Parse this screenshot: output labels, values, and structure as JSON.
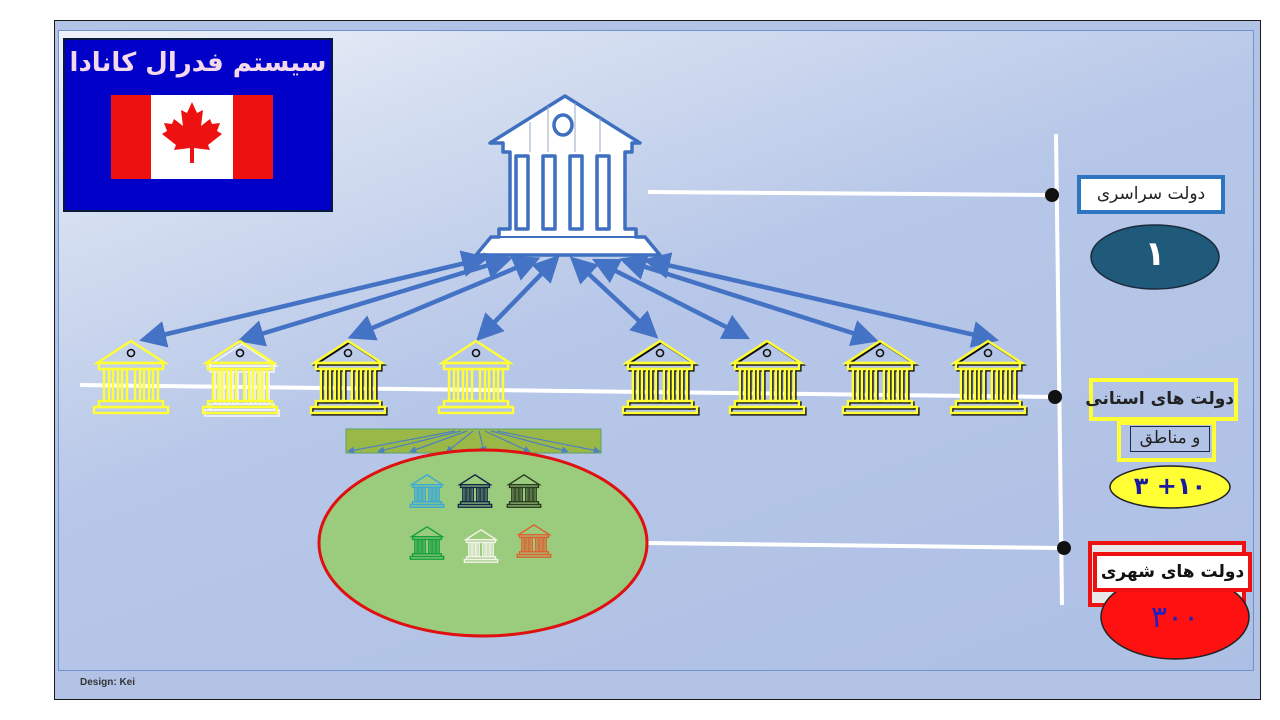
{
  "title": "سیستم فدرال کانادا",
  "flag": {
    "country": "Canada",
    "icon": "maple-leaf-icon",
    "colors": {
      "red": "#ee1111",
      "white": "#ffffff",
      "background": "#0000c8"
    }
  },
  "levels": [
    {
      "id": "national",
      "label": "دولت سراسری",
      "count": "١",
      "count_color": "#ffffff",
      "ellipse_color": "#1f5a7a",
      "border_color": "#2e75c0"
    },
    {
      "id": "provincial",
      "label": "دولت های استانی",
      "sublabel": "و مناطق",
      "count": "١٠+ ٣",
      "count_color": "#1a1aa0",
      "ellipse_color": "#ffff33",
      "border_color": "#ffff33"
    },
    {
      "id": "municipal",
      "label": "دولت های شهری",
      "count": "٣٠٠",
      "count_color": "#2020c0",
      "ellipse_color": "#ff1111",
      "border_color": "#ee1111"
    }
  ],
  "federal_building": {
    "icon": "federal-government-building-icon",
    "stroke": "#3f6fbf"
  },
  "provincial_buildings": [
    {
      "icon": "provincial-building-icon",
      "style": "yellow"
    },
    {
      "icon": "provincial-building-icon",
      "style": "yellow-white"
    },
    {
      "icon": "provincial-building-icon",
      "style": "yellow-black"
    },
    {
      "icon": "provincial-building-icon",
      "style": "yellow"
    },
    {
      "icon": "provincial-building-icon",
      "style": "yellow-black"
    },
    {
      "icon": "provincial-building-icon",
      "style": "yellow-black"
    },
    {
      "icon": "provincial-building-icon",
      "style": "yellow-black"
    },
    {
      "icon": "provincial-building-icon",
      "style": "yellow-black"
    }
  ],
  "municipal_buildings": [
    {
      "icon": "municipal-building-icon",
      "color": "#3aa8d8"
    },
    {
      "icon": "municipal-building-icon",
      "color": "#12284a"
    },
    {
      "icon": "municipal-building-icon",
      "color": "#2a3a20"
    },
    {
      "icon": "municipal-building-icon",
      "color": "#14a040"
    },
    {
      "icon": "municipal-building-icon",
      "color": "#f4f4ec"
    },
    {
      "icon": "municipal-building-icon",
      "color": "#e06030"
    }
  ],
  "colors": {
    "arrow": "#4472c4",
    "connector": "#ffffff",
    "municipal_area": "#9bcb7c",
    "municipal_border": "#e01010",
    "strip": "#9ab848"
  },
  "footer": {
    "credit": "Design: Kei"
  }
}
